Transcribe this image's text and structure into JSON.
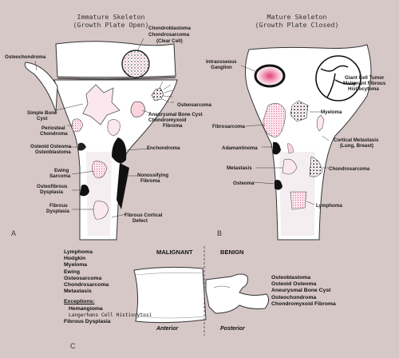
{
  "panelA": {
    "title_line1": "Immature Skeleton",
    "title_line2": "(Growth Plate Open)",
    "panel_letter": "A",
    "labels": {
      "chondroblastoma": "Chondroblastoma",
      "chondrosarcoma_clear": "Chondrosarcoma",
      "clear_cell": "(Clear Cell)",
      "osteochondroma": "Osteochondroma",
      "osteosarcoma": "Osteosarcoma",
      "simple_bone_cyst_1": "Simple Bone",
      "simple_bone_cyst_2": "Cyst",
      "periosteal_1": "Periosteal",
      "periosteal_2": "Chondroma",
      "abc_1": "Aneurysmal Bone Cyst",
      "abc_2": "Chondromyxoid",
      "abc_3": "Fibroma",
      "enchondroma": "Enchondroma",
      "osteoid_1": "Osteoid Osteoma",
      "osteoid_2": "Osteoblastoma",
      "ewing_1": "Ewing",
      "ewing_2": "Sarcoma",
      "nof_1": "Nonossifying",
      "nof_2": "Fibroma",
      "osteofibrous_1": "Osteofibrous",
      "osteofibrous_2": "Dysplasia",
      "fibrous_dys_1": "Fibrous",
      "fibrous_dys_2": "Dysplasia",
      "fcd_1": "Fibrous Cortical",
      "fcd_2": "Defect"
    }
  },
  "panelB": {
    "title_line1": "Mature Skeleton",
    "title_line2": "(Growth Plate Closed)",
    "panel_letter": "B",
    "labels": {
      "intraosseous_1": "Intraosseous",
      "intraosseous_2": "Ganglion",
      "gct_1": "Giant Cell Tumor",
      "gct_2": "Malignant Fibrous",
      "gct_3": "Histiocytoma",
      "fibrosarcoma": "Fibrosarcoma",
      "myeloma": "Myeloma",
      "cortical_met_1": "Cortical Metastasis",
      "cortical_met_2": "(Lung, Breast)",
      "adamantinoma": "Adamantinoma",
      "metastasis": "Metastasis",
      "chondrosarcoma": "Chondrosarcoma",
      "osteoma": "Osteoma",
      "lymphoma": "Lymphoma"
    }
  },
  "panelC": {
    "panel_letter": "C",
    "malignant_header": "MALIGNANT",
    "benign_header": "BENIGN",
    "anterior": "Anterior",
    "posterior": "Posterior",
    "malignant_list": [
      "Lymphoma",
      "Hodgkin",
      "Myeloma",
      "Ewing",
      "Osteosarcoma",
      "Chondrosarcoma",
      "Metastasis"
    ],
    "exceptions_title": "Exceptions:",
    "exceptions": [
      "Hemangioma",
      "Langerhans Cell Histiocytosi",
      "Fibrous Dysplasia"
    ],
    "benign_list": [
      "Osteoblastoma",
      "Osteoid Osteoma",
      "Aneurysmal Bone Cyst",
      "Osteochondroma",
      "Chondromyxoid Fibroma"
    ]
  },
  "colors": {
    "background": "#d7c8c8",
    "bone_fill": "#ffffff",
    "lesion_pink": "#f2b8c6",
    "lesion_red": "#e03a6a",
    "dark": "#111111"
  }
}
